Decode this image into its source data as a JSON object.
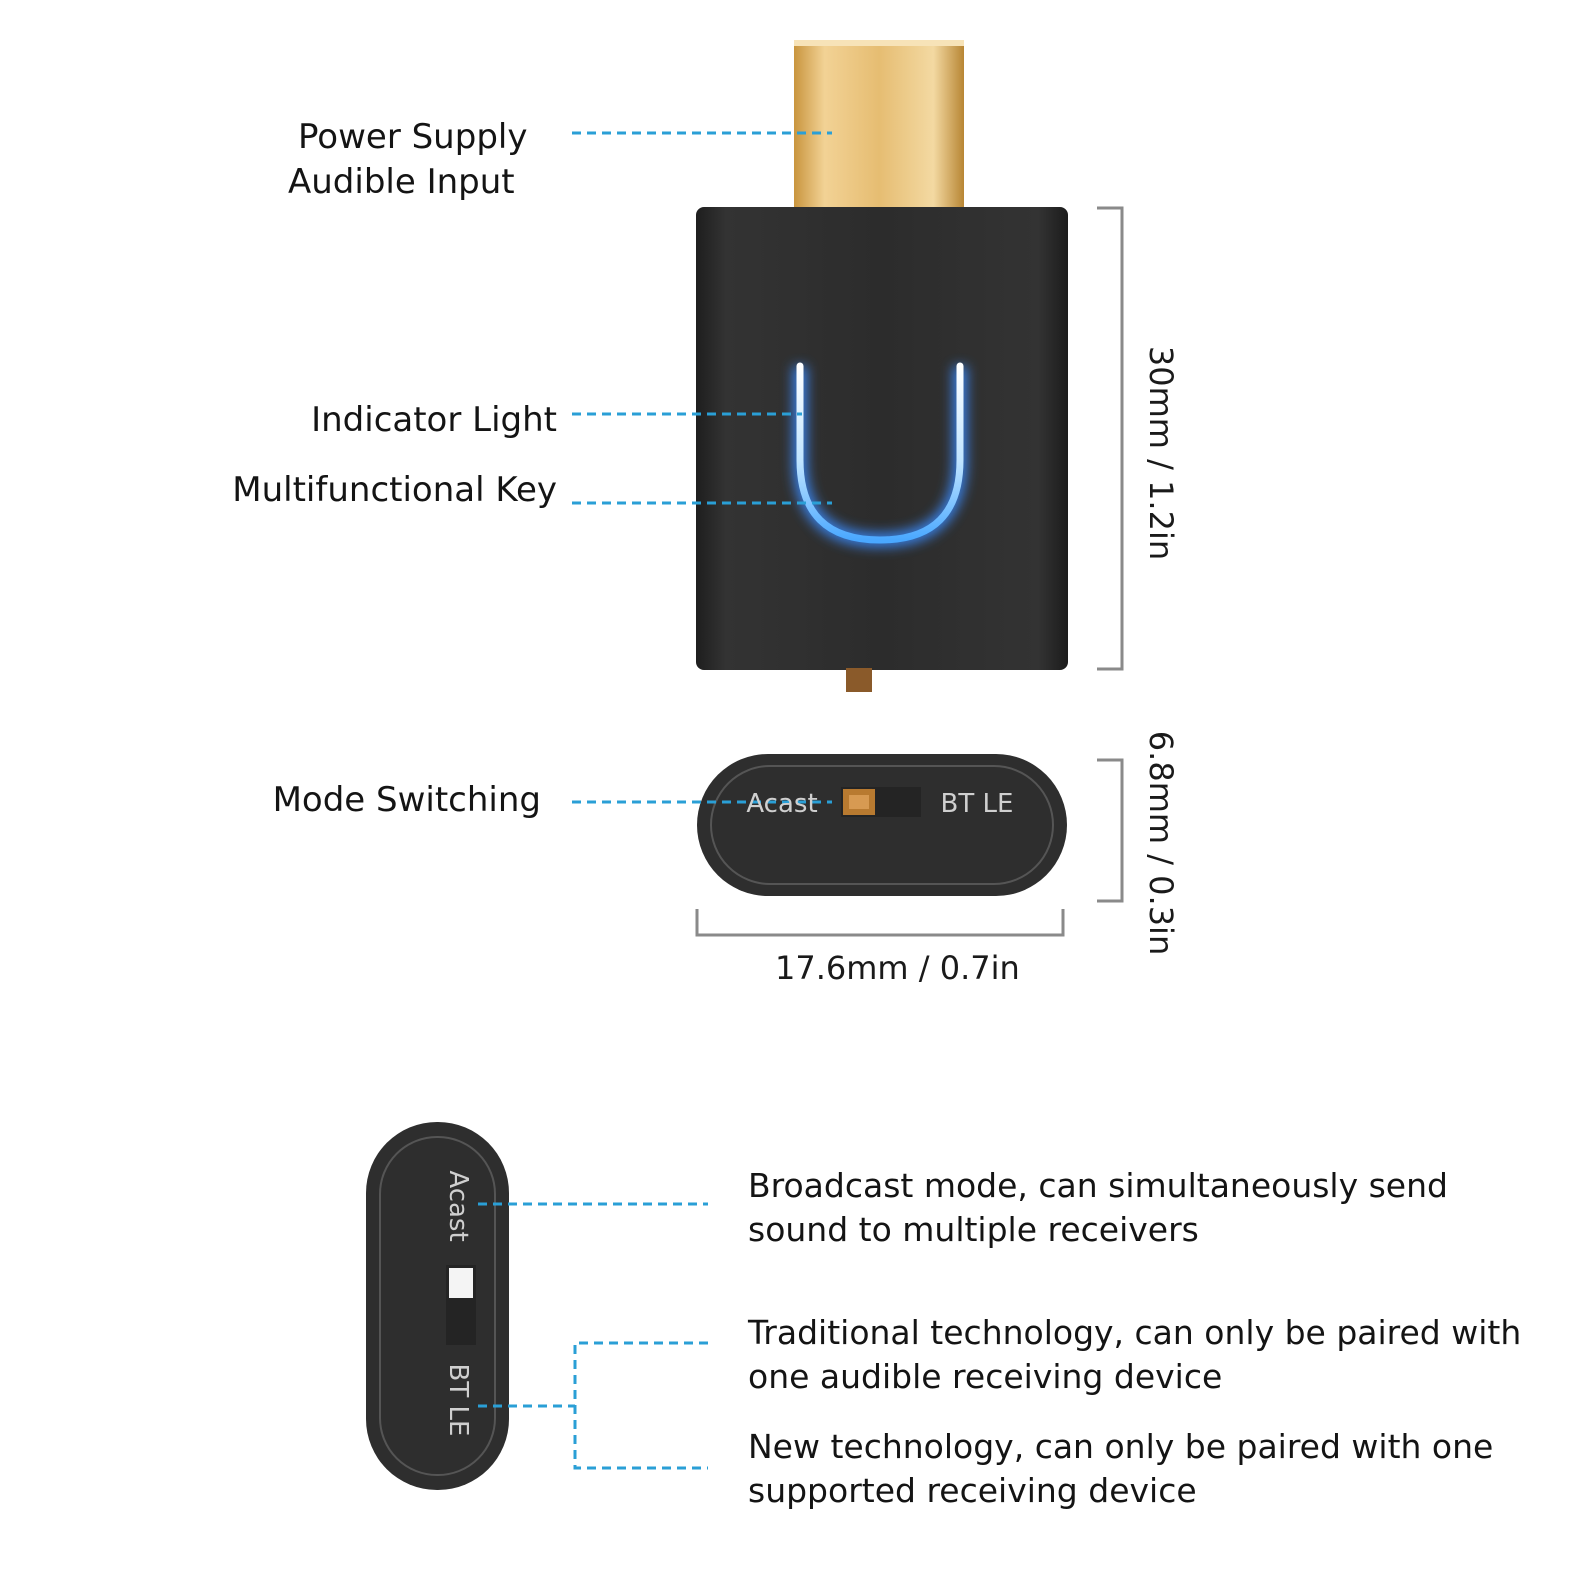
{
  "labels": {
    "power_supply": "Power Supply",
    "audible_input": "Audible Input",
    "indicator_light": "Indicator Light",
    "multifunctional_key": "Multifunctional Key",
    "mode_switching": "Mode Switching"
  },
  "dimensions": {
    "length": "30mm / 1.2in",
    "thickness": "6.8mm / 0.3in",
    "width": "17.6mm / 0.7in"
  },
  "switch": {
    "acast_label": "Acast",
    "btle_label": "BT LE"
  },
  "modes": [
    {
      "line1": "Broadcast mode, can simultaneously send",
      "line2": "sound to multiple receivers"
    },
    {
      "line1": "Traditional technology, can only be paired with",
      "line2": "one audible receiving device"
    },
    {
      "line1": "New technology, can only be paired with one",
      "line2": "supported receiving device"
    }
  ],
  "colors": {
    "callout_line": "#2a9fd6",
    "body": "#2b2b2b",
    "connector": "#e0b870",
    "indicator_glow": "#7fc8ff"
  }
}
